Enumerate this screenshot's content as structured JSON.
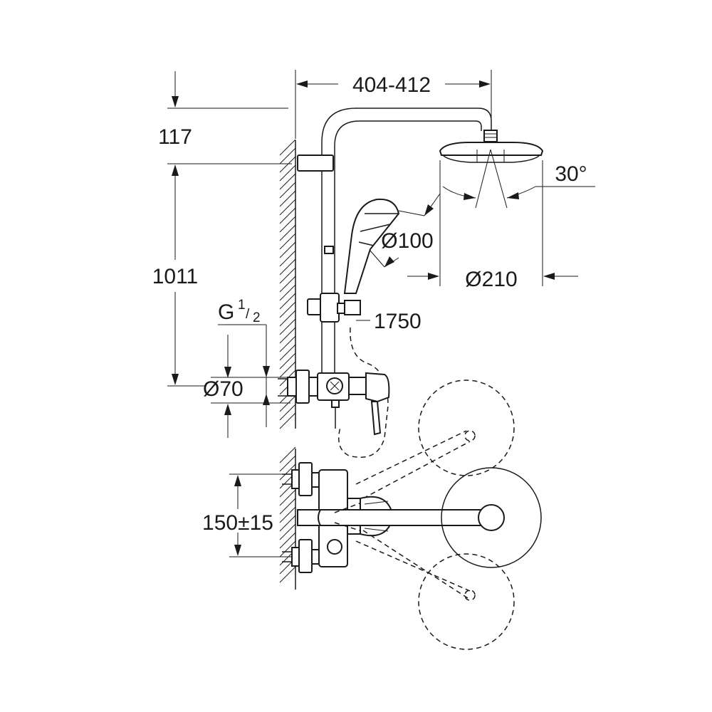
{
  "drawing": {
    "line_color": "#1a1a1a",
    "background": "#ffffff"
  },
  "dimensions": {
    "arm_length": "404-412",
    "top_offset": "117",
    "rail_height": "1011",
    "thread": "G",
    "thread_sup": "1",
    "thread_sub": "2",
    "rosette_diameter": "Ø70",
    "hand_shower_diameter": "Ø100",
    "head_shower_diameter": "Ø210",
    "overall_height": "1750",
    "tilt_angle": "30°",
    "inlet_centers": "150±15"
  }
}
